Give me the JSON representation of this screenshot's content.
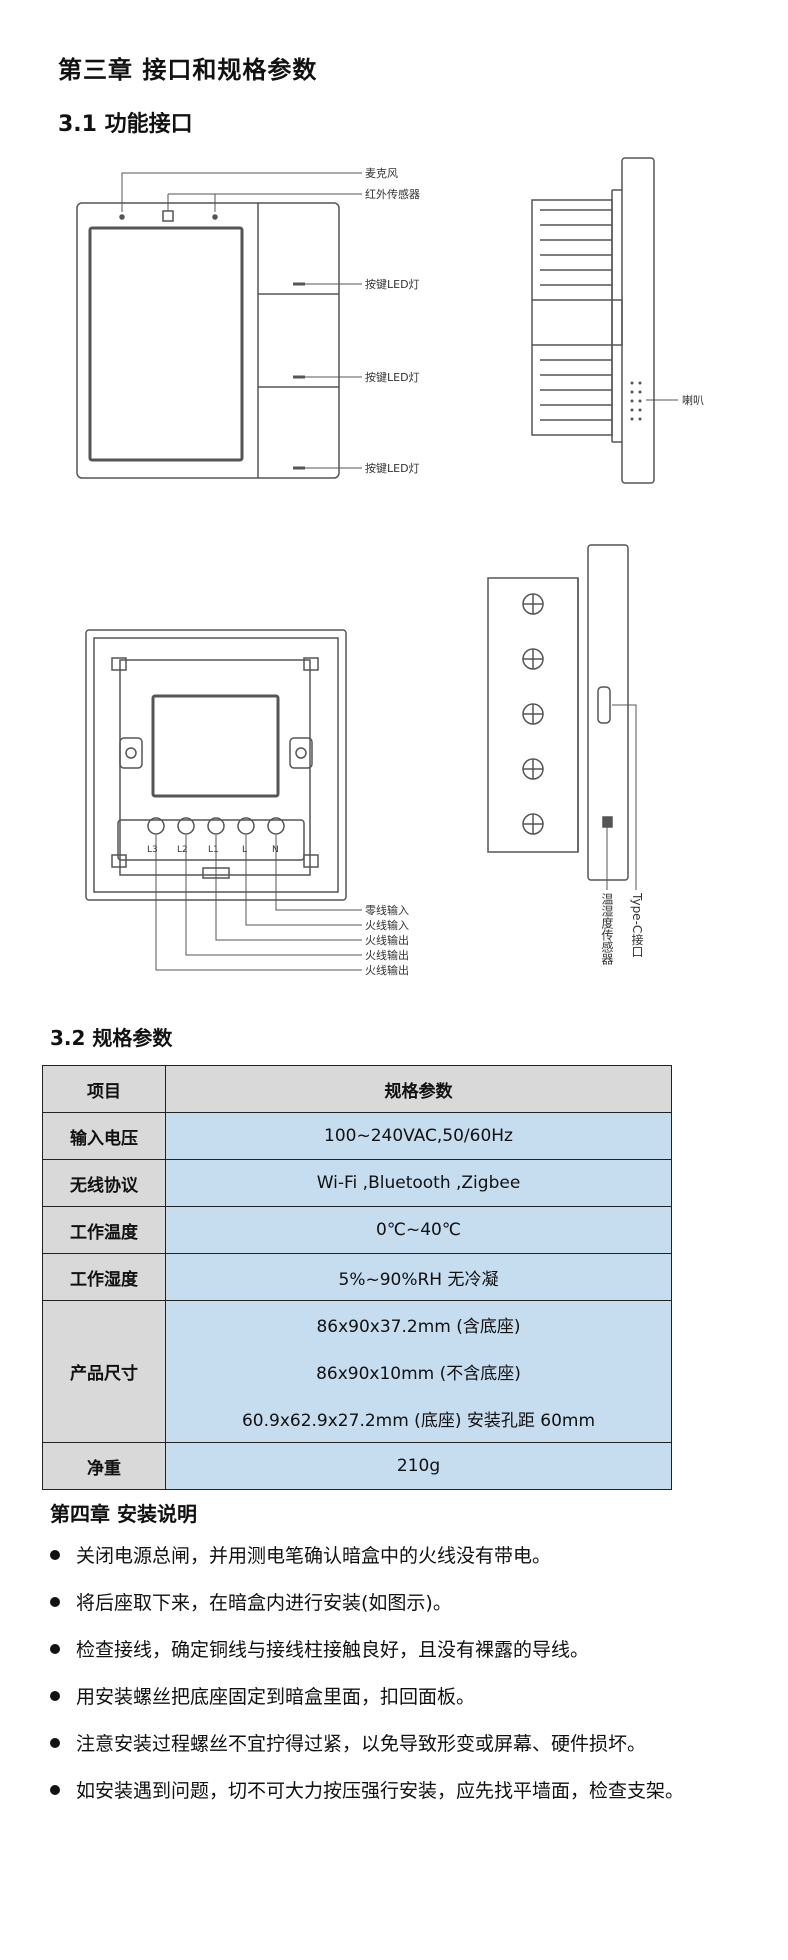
{
  "chapter3_title": "第三章  接口和规格参数",
  "section_3_1": "3.1  功能接口",
  "diagram_labels": {
    "mic": "麦克风",
    "ir_sensor": "红外传感器",
    "led1": "按键LED灯",
    "led2": "按键LED灯",
    "led3": "按键LED灯",
    "speaker": "喇叭",
    "neutral_in": "零线输入",
    "live_in": "火线输入",
    "live_out1": "火线输出",
    "live_out2": "火线输出",
    "live_out3": "火线输出",
    "temp_sensor": "温湿度传感器",
    "typec": "Type-C接口",
    "term_l3": "L3",
    "term_l2": "L2",
    "term_l1": "L1",
    "term_l": "L",
    "term_n": "N"
  },
  "section_3_2": "3.2  规格参数",
  "spec_table": {
    "header_item": "项目",
    "header_spec": "规格参数",
    "rows": [
      {
        "item": "输入电压",
        "value": "100~240VAC,50/60Hz"
      },
      {
        "item": "无线协议",
        "value": "Wi-Fi ,Bluetooth ,Zigbee"
      },
      {
        "item": "工作温度",
        "value": "0℃~40℃"
      },
      {
        "item": "工作湿度",
        "value": "5%~90%RH 无冷凝"
      }
    ],
    "size_item": "产品尺寸",
    "size_lines": [
      "86x90x37.2mm (含底座)",
      "86x90x10mm (不含底座)",
      "60.9x62.9x27.2mm (底座) 安装孔距 60mm"
    ],
    "weight_item": "净重",
    "weight_value": "210g"
  },
  "chapter4_title": "第四章  安装说明",
  "install_steps": [
    "关闭电源总闸，并用测电笔确认暗盒中的火线没有带电。",
    "将后座取下来，在暗盒内进行安装(如图示)。",
    "检查接线，确定铜线与接线柱接触良好，且没有裸露的导线。",
    "用安装螺丝把底座固定到暗盒里面，扣回面板。",
    "注意安装过程螺丝不宜拧得过紧，以免导致形变或屏幕、硬件损坏。",
    "如安装遇到问题，切不可大力按压强行安装，应先找平墙面，检查支架。"
  ]
}
